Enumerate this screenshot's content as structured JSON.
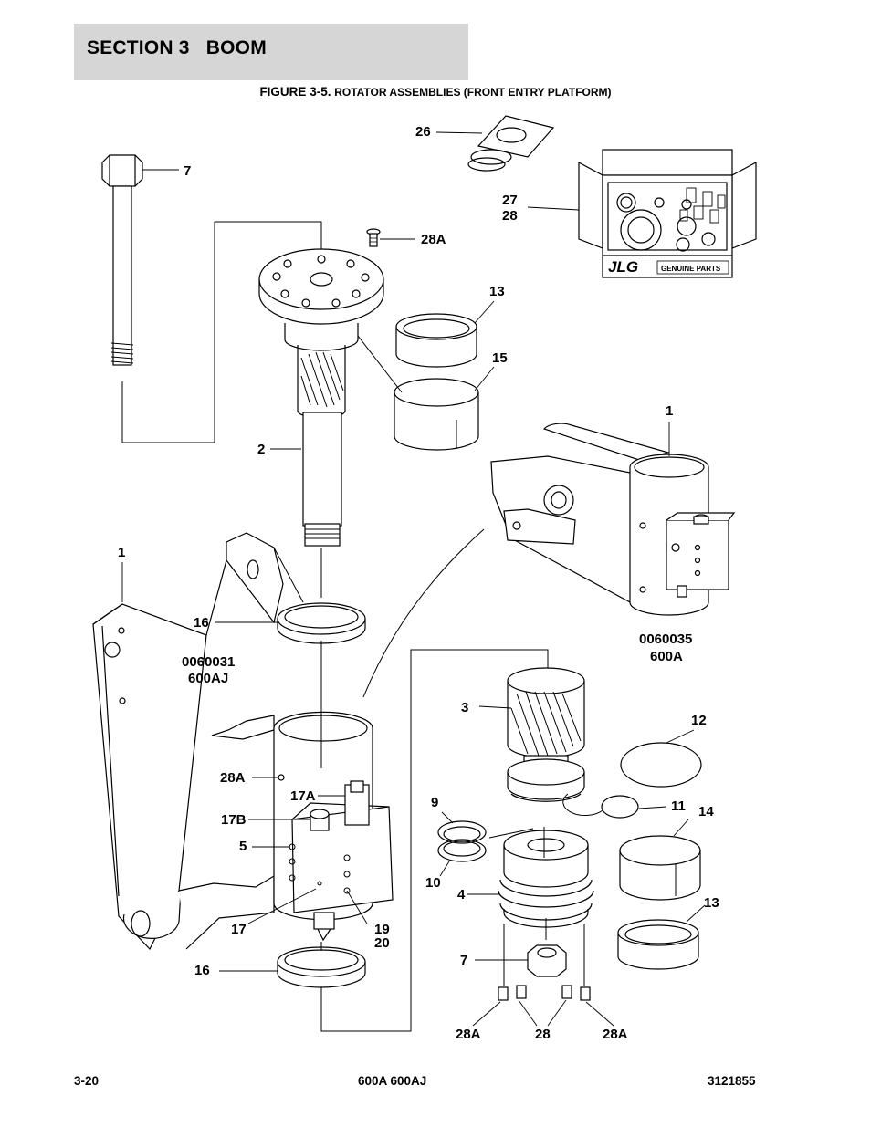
{
  "header": {
    "section": "SECTION 3",
    "title": "BOOM"
  },
  "figure": {
    "number": "FIGURE 3-5.",
    "caption": "ROTATOR ASSEMBLIES (FRONT ENTRY PLATFORM)"
  },
  "kit": {
    "brand": "JLG",
    "label": "GENUINE PARTS"
  },
  "callouts": {
    "c26": "26",
    "c7_top": "7",
    "c27": "27",
    "c28_top": "28",
    "c28A_top": "28A",
    "c13_top": "13",
    "c15": "15",
    "c1_right": "1",
    "c2": "2",
    "c1_left": "1",
    "c16_top": "16",
    "model_left_num": "0060031",
    "model_left_name": "600AJ",
    "model_right_num": "0060035",
    "model_right_name": "600A",
    "c3": "3",
    "c12": "12",
    "c28A_mid": "28A",
    "c17A": "17A",
    "c17B": "17B",
    "c9": "9",
    "c11": "11",
    "c14": "14",
    "c5": "5",
    "c10": "10",
    "c4": "4",
    "c13_bottom": "13",
    "c17": "17",
    "c19": "19",
    "c20": "20",
    "c7_bottom": "7",
    "c16_bottom": "16",
    "c28A_bl": "28A",
    "c28_bottom": "28",
    "c28A_br": "28A"
  },
  "footer": {
    "page": "3-20",
    "models": "600A 600AJ",
    "doc_number": "3121855"
  }
}
